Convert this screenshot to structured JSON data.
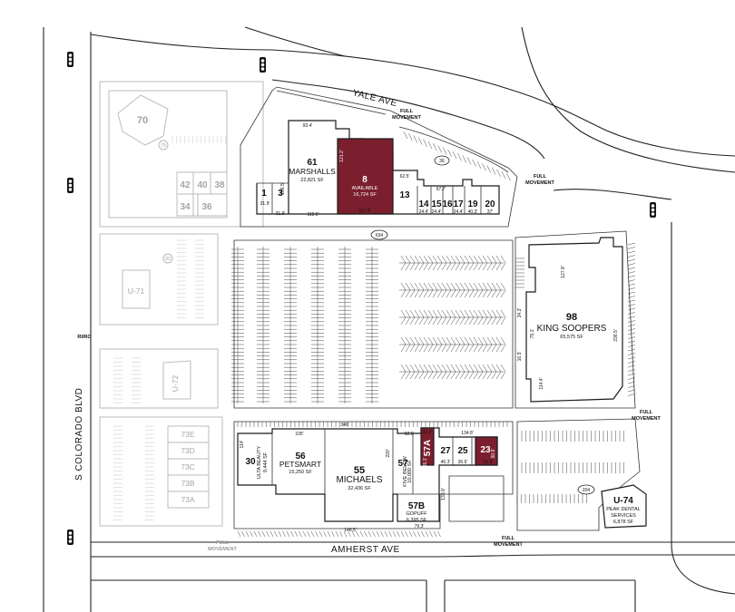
{
  "streets": {
    "yale": "YALE AVE",
    "amherst": "AMHERST AVE",
    "colorado": "S COLORADO BLVD"
  },
  "access": {
    "full_movement": "FULL MOVEMENT",
    "riro": "RI/RO"
  },
  "address_badges": [
    "634",
    "204",
    "36"
  ],
  "colors": {
    "available": "#7b1f2e",
    "line": "#1a1a1a",
    "context": "#bdbdbd"
  },
  "tenants": {
    "t1": {
      "id": "1",
      "dim_a": "31.9'",
      "dim_b": "206.5'"
    },
    "t3": {
      "id": "3",
      "dim_a": "31.9'"
    },
    "t61": {
      "id": "61",
      "name": "MARSHALLS",
      "sf": "22,821 SF",
      "dim_a": "93.4'",
      "dim_b": "112.6'"
    },
    "t8": {
      "id": "8",
      "status": "AVAILABLE",
      "sf": "16,724 SF",
      "dim_a": "121.2'",
      "dim_b": "117.9'"
    },
    "t13": {
      "id": "13",
      "dim_a": "62.5'",
      "dim_b": "97.7'"
    },
    "t14": {
      "id": "14",
      "dim": "24.4'"
    },
    "t15": {
      "id": "15",
      "dim": "24.4'"
    },
    "t16": {
      "id": "16"
    },
    "t17": {
      "id": "17",
      "dim": "24.4'"
    },
    "t19": {
      "id": "19",
      "dim": "40.3'"
    },
    "t20": {
      "id": "20",
      "dim": "37'"
    },
    "t98": {
      "id": "98",
      "name": "KING SOOPERS",
      "sf": "65,575 SF",
      "dim_a": "127.8'",
      "dim_b": "236.5'",
      "dim_c": "75.1'",
      "dim_d": "34.3'",
      "dim_e": "16.5'",
      "dim_f": "114.4'"
    },
    "t30": {
      "id": "30",
      "name": "ULTA BEAUTY",
      "sf": "9,444 SF",
      "dim": "114'"
    },
    "t56": {
      "id": "56",
      "name": "PETSMART",
      "sf": "15,250 SF",
      "dim": "105'"
    },
    "t55": {
      "id": "55",
      "name": "MICHAELS",
      "sf": "32,436 SF",
      "dim_a": "346'",
      "dim_b": "220'",
      "dim_c": "148.5'"
    },
    "t57": {
      "id": "57",
      "name": "FIVE BELOW",
      "sf": "10,000 SF",
      "dim": "62.5'"
    },
    "t57a": {
      "id": "57A",
      "dim_a": "23.3'",
      "dim_b": "65.1'"
    },
    "t57b": {
      "id": "57B",
      "name": "GOPUFF",
      "sf": "6,395 SF",
      "dim_a": "79.3'",
      "dim_b": "133.9'"
    },
    "t27": {
      "id": "27",
      "dim": "46.3'"
    },
    "t25": {
      "id": "25",
      "dim": "36.6'"
    },
    "t23": {
      "id": "23",
      "dim_a": "134.8'",
      "dim_b": "51.9'",
      "dim_c": "50.6'"
    },
    "tu74": {
      "id": "U-74",
      "name1": "PEAK DENTAL",
      "name2": "SERVICES",
      "sf": "6,878 SF"
    }
  },
  "context_pads": [
    "70",
    "42",
    "40",
    "38",
    "34",
    "36",
    "U-71",
    "U-72",
    "73E",
    "73D",
    "73C",
    "73B",
    "73A",
    "83",
    "79"
  ]
}
